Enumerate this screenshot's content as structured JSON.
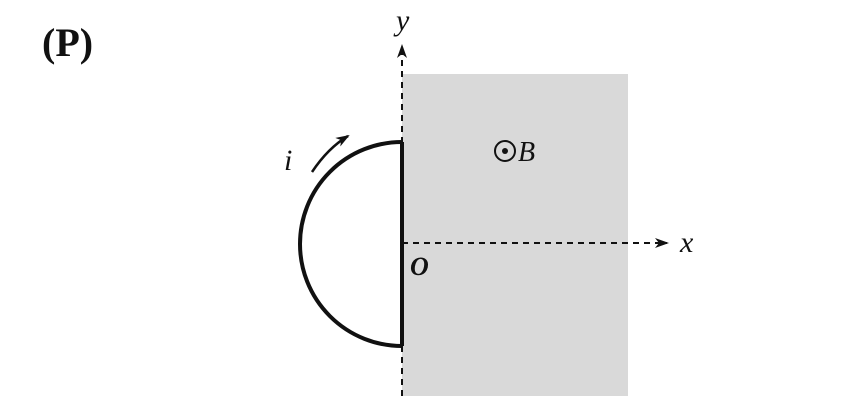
{
  "panel_label": "(P)",
  "axes": {
    "x_label": "x",
    "y_label": "y",
    "origin_label": "O"
  },
  "field": {
    "label": "B",
    "direction_symbol": "out-of-page-dot-icon"
  },
  "current": {
    "label": "i"
  },
  "colors": {
    "field_region": "#d9d9d9",
    "ink": "#111111",
    "background": "#ffffff"
  }
}
